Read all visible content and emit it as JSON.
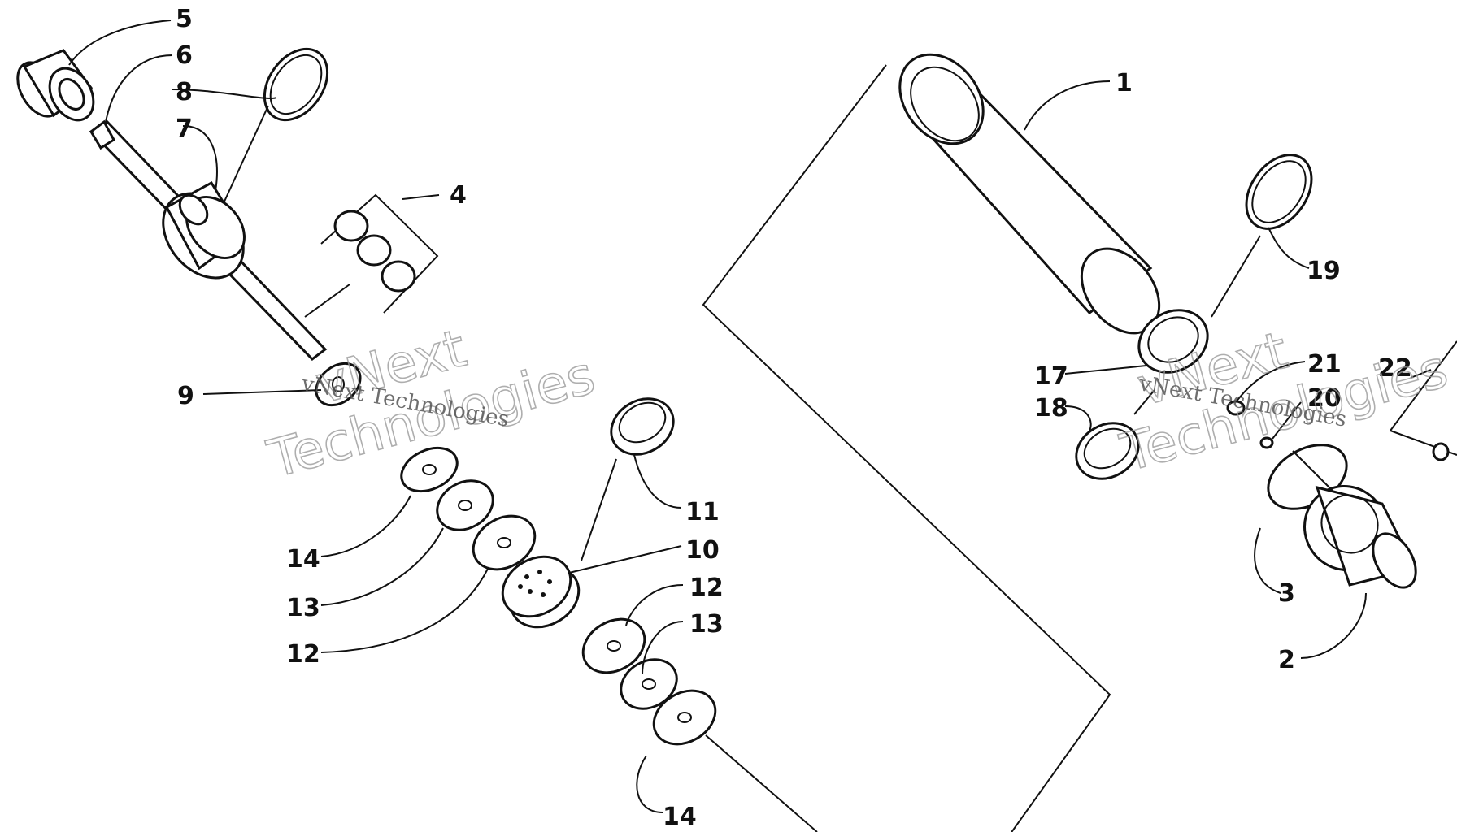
{
  "watermark": {
    "left_large": [
      "vNext",
      "Technologies"
    ],
    "left_small": "vNext Technologies",
    "right_large": [
      "vNext",
      "Technologies"
    ],
    "right_small": "vNext Technologies"
  },
  "callouts": {
    "c1": "1",
    "c2": "2",
    "c3": "3",
    "c4": "4",
    "c5": "5",
    "c6": "6",
    "c7": "7",
    "c8": "8",
    "c9": "9",
    "c10": "10",
    "c11": "11",
    "c12a": "12",
    "c12b": "12",
    "c13a": "13",
    "c13b": "13",
    "c14a": "14",
    "c14b": "14",
    "c17": "17",
    "c18": "18",
    "c19": "19",
    "c20": "20",
    "c21": "21",
    "c22": "22"
  },
  "colors": {
    "ink": "#111111",
    "paper": "#ffffff",
    "watermark": "#9a9a9a"
  }
}
